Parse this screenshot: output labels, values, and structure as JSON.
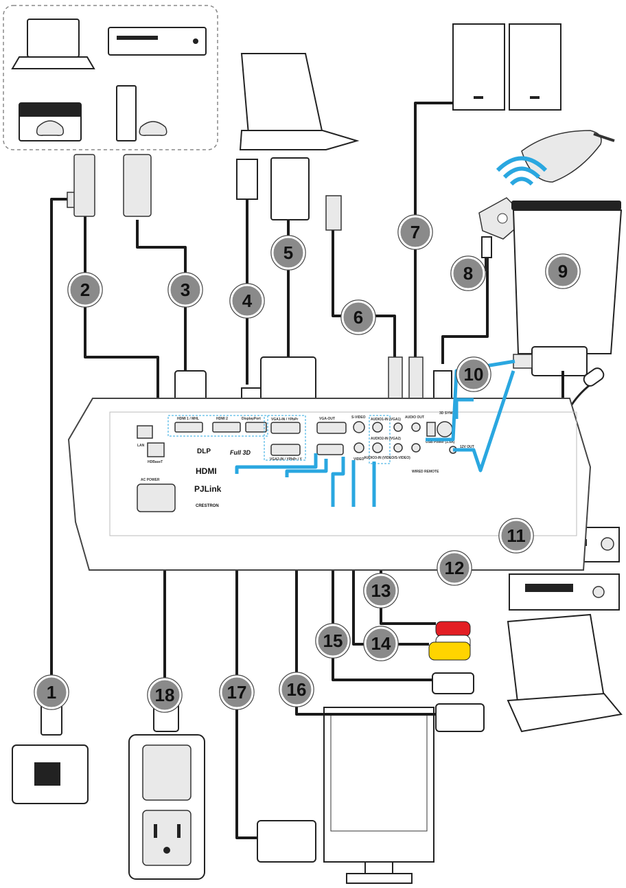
{
  "callouts": [
    "1",
    "2",
    "3",
    "4",
    "5",
    "6",
    "7",
    "8",
    "9",
    "10",
    "11",
    "12",
    "13",
    "14",
    "15",
    "16",
    "17",
    "18"
  ],
  "port_labels": {
    "hdmi1": "HDMI 1 / MHL",
    "hdmi2": "HDMI 2",
    "displayport": "DisplayPort",
    "vga1": "VGA1-IN / YPbPr",
    "vga2": "VGA2-IN / YPbPr / Y",
    "vga_out": "VGA-OUT",
    "s_video": "S-VIDEO",
    "video": "VIDEO",
    "audio1": "AUDIO1-IN (VGA1)",
    "audio2": "AUDIO2-IN (VGA2)",
    "audio3": "AUDIO3-IN (VIDEO/S-VIDEO)",
    "audio_out": "AUDIO OUT",
    "usb_power": "USB Power (1.5A)",
    "twelve_v": "12V OUT",
    "video_remote": "WIRED REMOTE",
    "lan": "LAN",
    "hdbaset": "HDBaseT",
    "ac_power": "AC POWER",
    "vesa": "3D SYNC"
  },
  "logos": {
    "dlp": "DLP",
    "full3d": "Full 3D",
    "hdmi": "HDMI",
    "pjlink": "PJLink",
    "crestron": "CRESTRON"
  },
  "colors": {
    "callout_fill": "#8a8a8a",
    "cable": "#1a1a1a",
    "highlight": "#2aa7e0",
    "rca_red": "#e31e24",
    "rca_yellow": "#ffd400"
  }
}
